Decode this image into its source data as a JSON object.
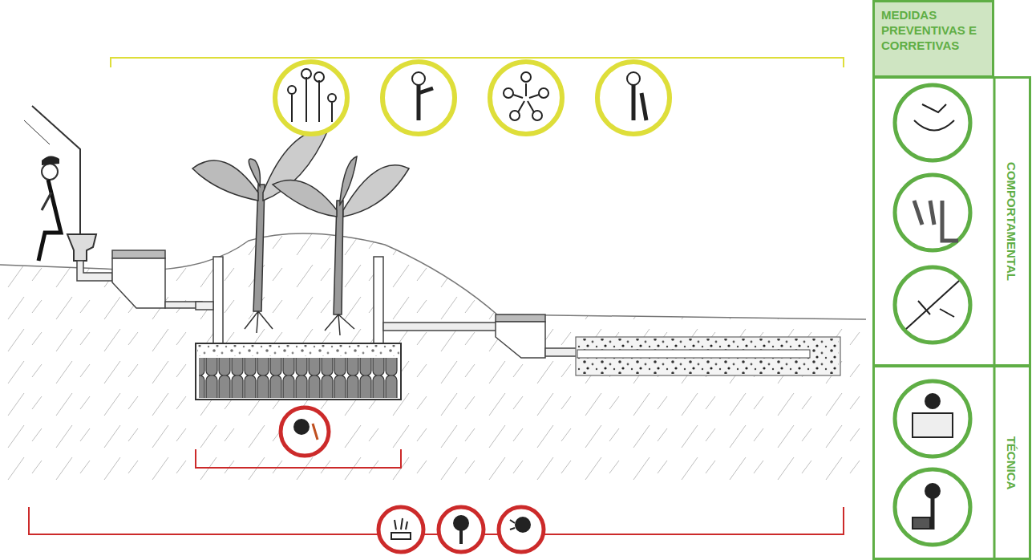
{
  "diagram": {
    "nodes": [
      {
        "text": [
          "MEDIDAS PREVENTIVAS E CORRETIVAS"
        ]
      },
      {
        "text": [
          "COMPORTAMENTAL"
        ]
      },
      {
        "text": [
          "TÉCNICA"
        ]
      }
    ]
  }
}
